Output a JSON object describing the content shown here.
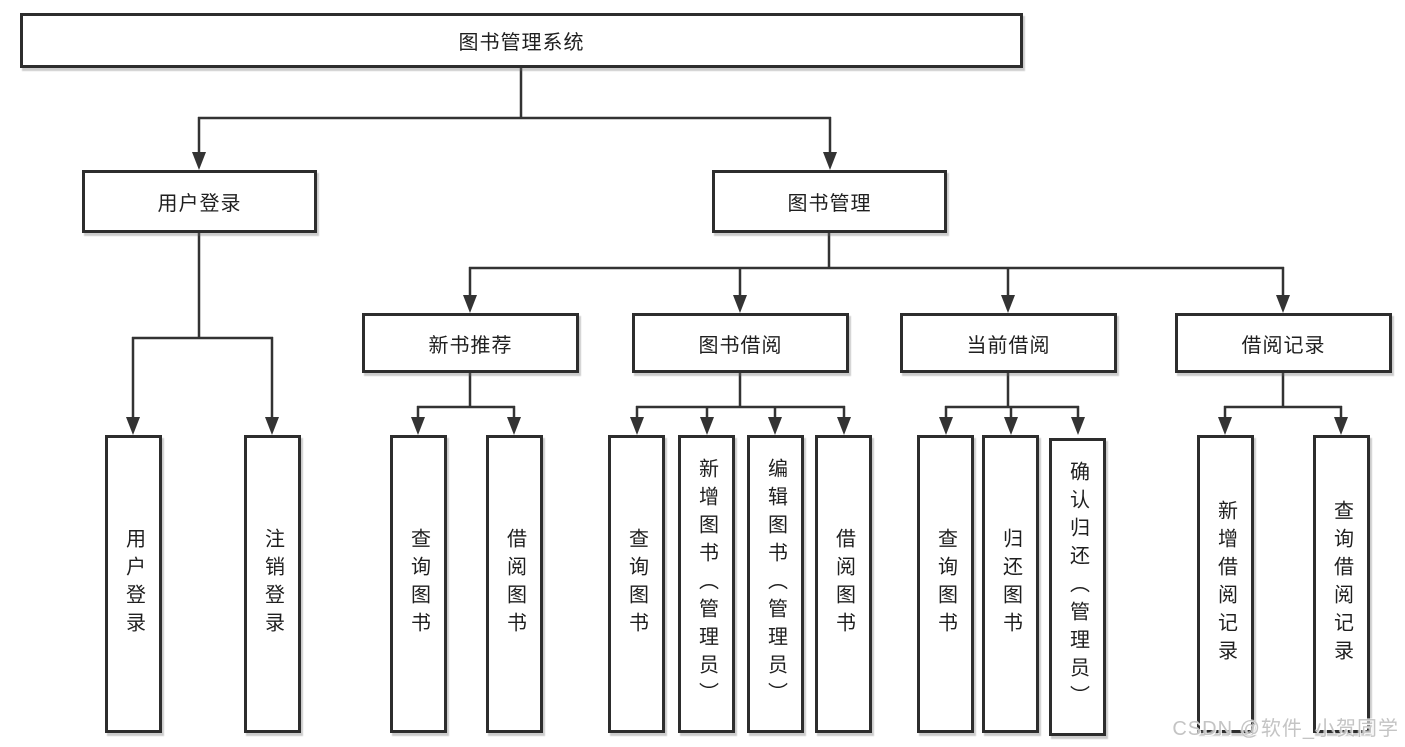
{
  "diagram": {
    "root": {
      "label": "图书管理系统"
    },
    "level2": {
      "user_login": {
        "label": "用户登录"
      },
      "book_mgmt": {
        "label": "图书管理"
      }
    },
    "level3": {
      "new_books": {
        "label": "新书推荐"
      },
      "borrowing": {
        "label": "图书借阅"
      },
      "current": {
        "label": "当前借阅"
      },
      "records": {
        "label": "借阅记录"
      }
    },
    "leaves": {
      "user_login": [
        "用户登录",
        "注销登录"
      ],
      "new_books": [
        "查询图书",
        "借阅图书"
      ],
      "borrowing": [
        "查询图书",
        "新增图书（管理员）",
        "编辑图书（管理员）",
        "借阅图书"
      ],
      "current": [
        "查询图书",
        "归还图书",
        "确认归还（管理员）"
      ],
      "records": [
        "新增借阅记录",
        "查询借阅记录"
      ]
    },
    "watermark": "CSDN @软件_小贺同学",
    "colors": {
      "line": "#333333",
      "text": "#1f1f1f",
      "background": "#ffffff",
      "watermark": "#c4c4c4"
    }
  }
}
